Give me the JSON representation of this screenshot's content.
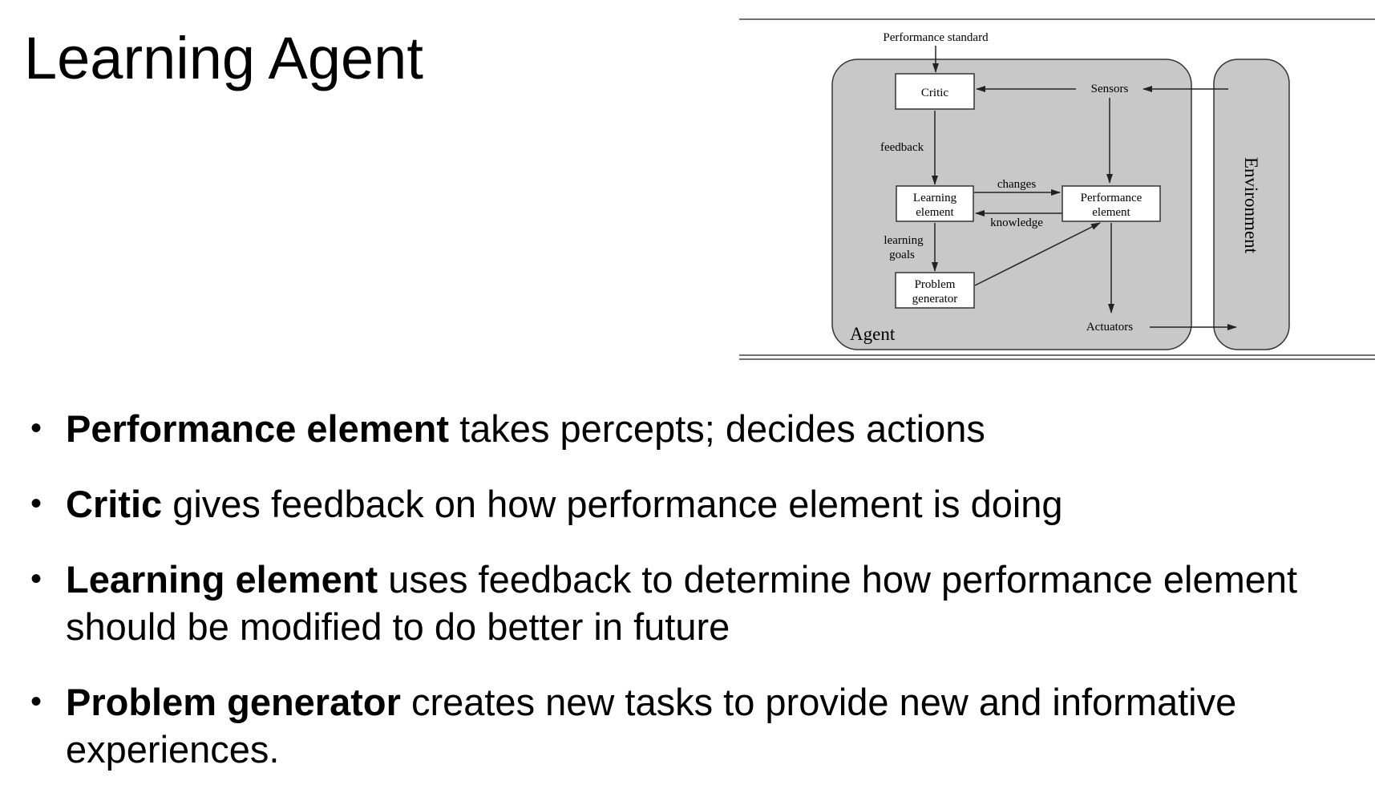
{
  "slide": {
    "title": "Learning Agent"
  },
  "diagram": {
    "performance_standard": "Performance standard",
    "critic": "Critic",
    "sensors": "Sensors",
    "feedback": "feedback",
    "changes": "changes",
    "knowledge": "knowledge",
    "learning_element_line1": "Learning",
    "learning_element_line2": "element",
    "performance_element_line1": "Performance",
    "performance_element_line2": "element",
    "learning_goals_line1": "learning",
    "learning_goals_line2": "goals",
    "problem_generator_line1": "Problem",
    "problem_generator_line2": "generator",
    "actuators": "Actuators",
    "agent": "Agent",
    "environment": "Environment",
    "colors": {
      "agent_fill": "#c8c8c8",
      "box_fill": "#ffffff",
      "stroke": "#222222"
    }
  },
  "bullets": [
    {
      "term": "Performance element",
      "text": " takes percepts; decides actions"
    },
    {
      "term": "Critic",
      "text": " gives feedback on how performance element is doing"
    },
    {
      "term": "Learning element",
      "text": " uses feedback to determine how performance element should be modified to do better in future"
    },
    {
      "term": "Problem generator",
      "text": " creates new tasks to provide new and informative experiences."
    }
  ],
  "bullet_char": "•"
}
